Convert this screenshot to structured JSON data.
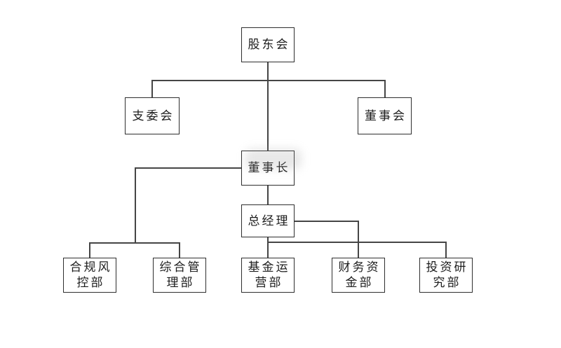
{
  "diagram": {
    "type": "org-chart",
    "background_color": "#ffffff",
    "line_color": "#454545",
    "box_border_color": "#2e2e2e",
    "text_color": "#1c1c1c",
    "nodes": [
      {
        "id": "shareholders-meeting",
        "label": "股东会"
      },
      {
        "id": "branch-committee",
        "label": "支委会"
      },
      {
        "id": "board-of-directors",
        "label": "董事会"
      },
      {
        "id": "chairman",
        "label": "董事长"
      },
      {
        "id": "general-manager",
        "label": "总经理"
      },
      {
        "id": "compliance-risk-dept",
        "label": "合规风控部",
        "lines": [
          "合规风",
          "控部"
        ]
      },
      {
        "id": "general-admin-dept",
        "label": "综合管理部",
        "lines": [
          "综合管",
          "理部"
        ]
      },
      {
        "id": "fund-operations-dept",
        "label": "基金运营部",
        "lines": [
          "基金运",
          "营部"
        ]
      },
      {
        "id": "finance-treasury-dept",
        "label": "财务资金部",
        "lines": [
          "财务资",
          "金部"
        ]
      },
      {
        "id": "investment-research-dept",
        "label": "投资研究部",
        "lines": [
          "投资研",
          "究部"
        ]
      }
    ],
    "edges": [
      {
        "from": "股东会",
        "to": "支委会"
      },
      {
        "from": "股东会",
        "to": "董事会"
      },
      {
        "from": "股东会",
        "to": "董事长"
      },
      {
        "from": "董事长",
        "to": "总经理"
      },
      {
        "from": "董事长",
        "to": "合规风控部"
      },
      {
        "from": "董事长",
        "to": "综合管理部"
      },
      {
        "from": "总经理",
        "to": "基金运营部"
      },
      {
        "from": "总经理",
        "to": "财务资金部"
      },
      {
        "from": "总经理",
        "to": "投资研究部"
      }
    ]
  }
}
